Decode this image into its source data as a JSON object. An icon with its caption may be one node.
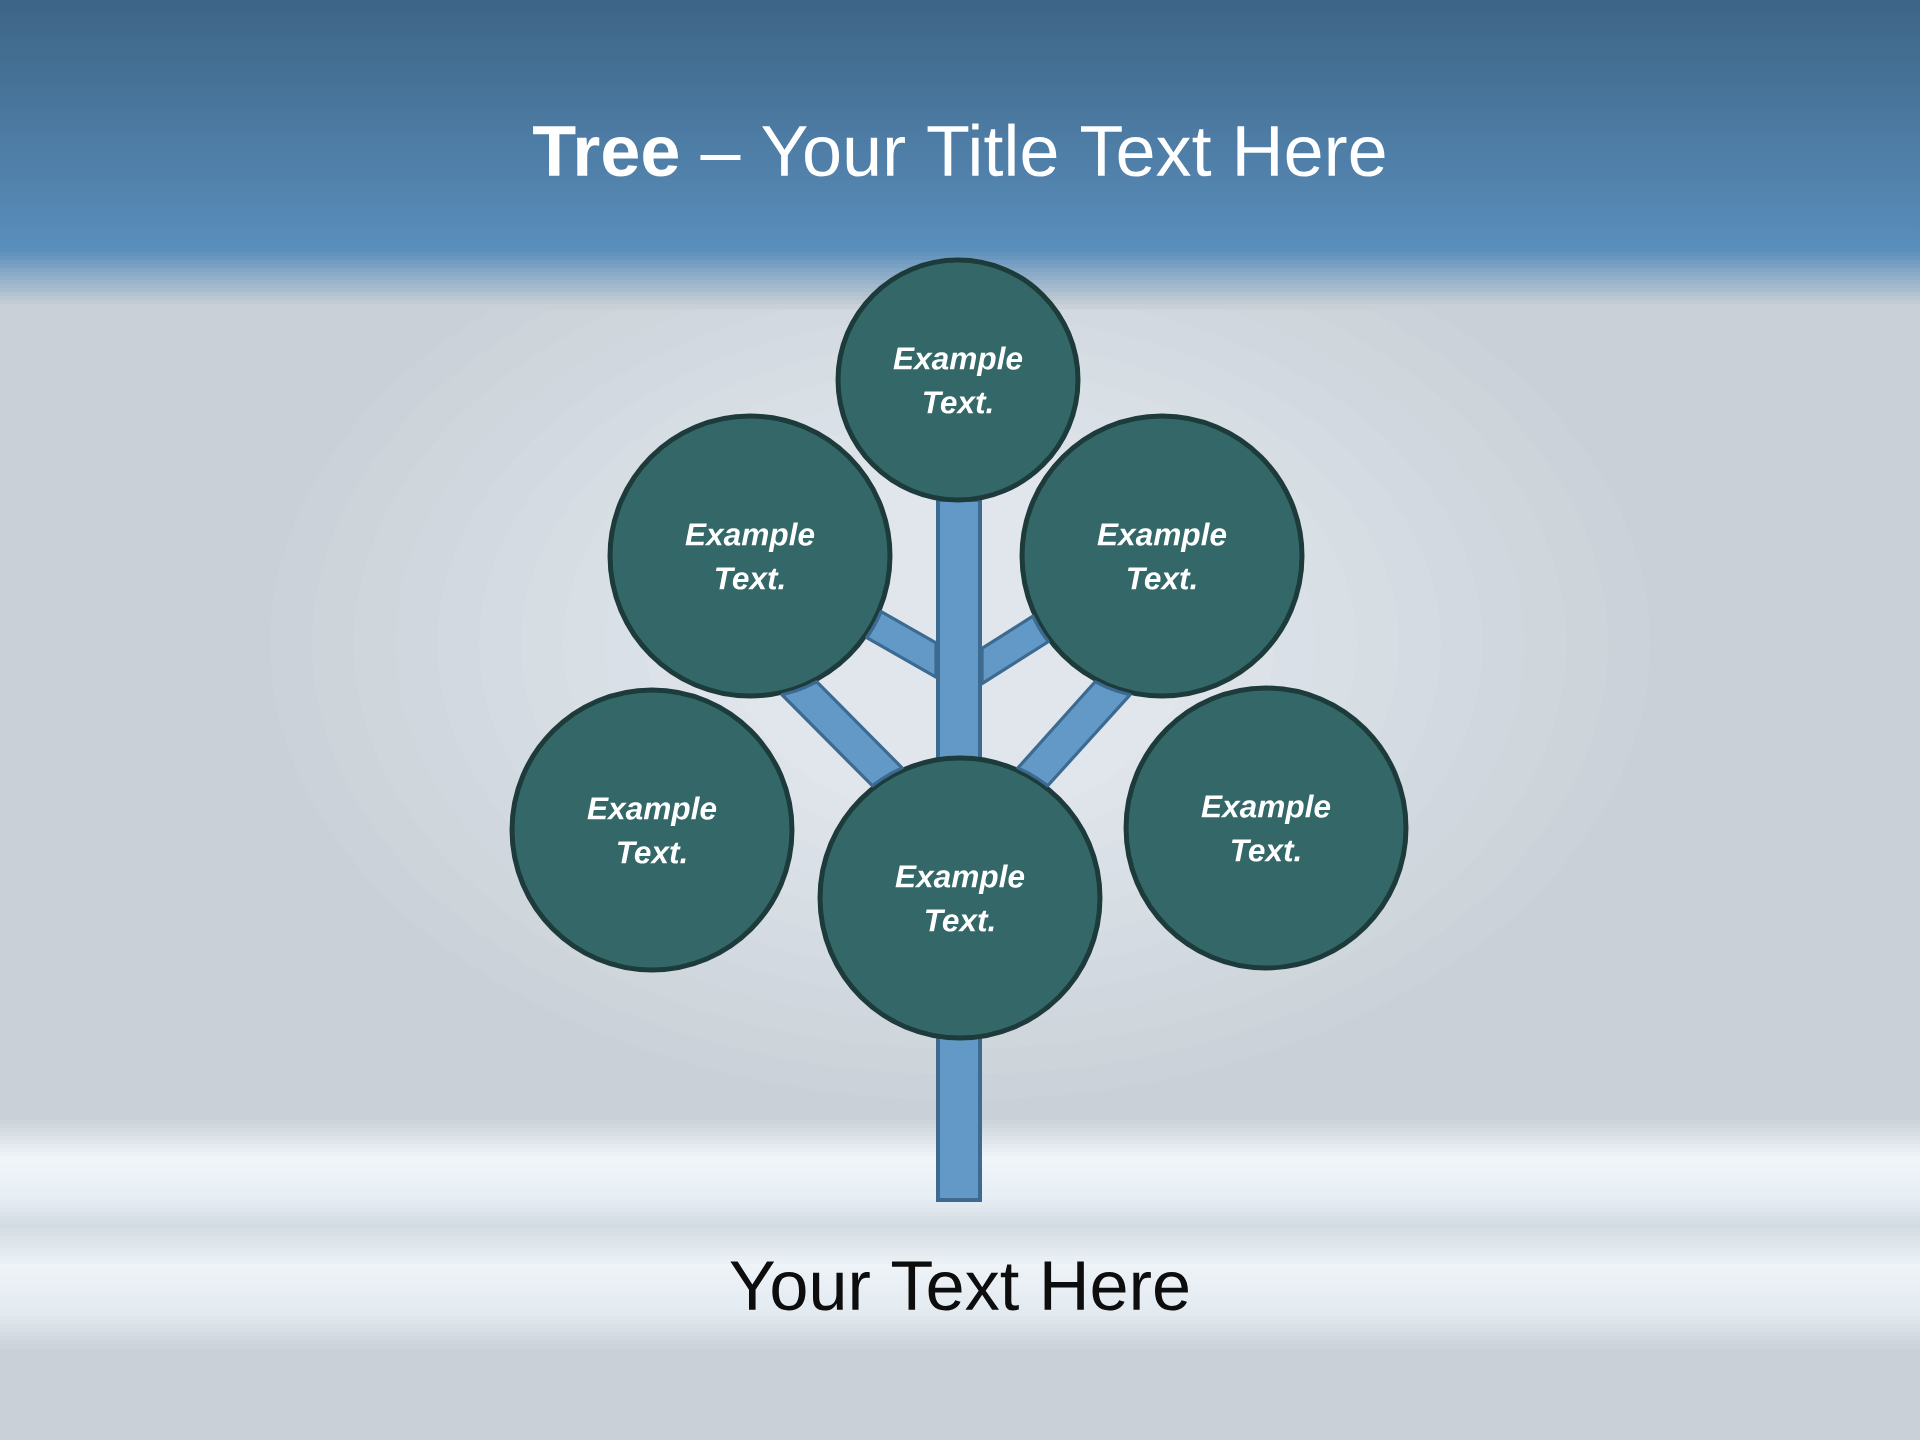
{
  "diagram": {
    "title": "**Tree** – Your Title Text Here",
    "caption": "Your Text Here",
    "nodes": [
      {
        "text": [
          "Example Text."
        ]
      },
      {
        "text": [
          "Example Text."
        ]
      },
      {
        "text": [
          "Example Text."
        ]
      },
      {
        "text": [
          "Example Text."
        ]
      },
      {
        "text": [
          "Example Text."
        ]
      },
      {
        "text": [
          "Example Text."
        ]
      },
      {
        "text": [],
        "shape": "bar"
      },
      {
        "text": [],
        "shape": "bar"
      }
    ],
    "edges": [
      {
        "from": 6,
        "to": 1,
        "arrow": "none"
      },
      {
        "from": 6,
        "to": 2,
        "arrow": "none"
      },
      {
        "from": 4,
        "to": 1,
        "arrow": "none"
      },
      {
        "from": 4,
        "to": 2,
        "arrow": "none"
      }
    ]
  }
}
